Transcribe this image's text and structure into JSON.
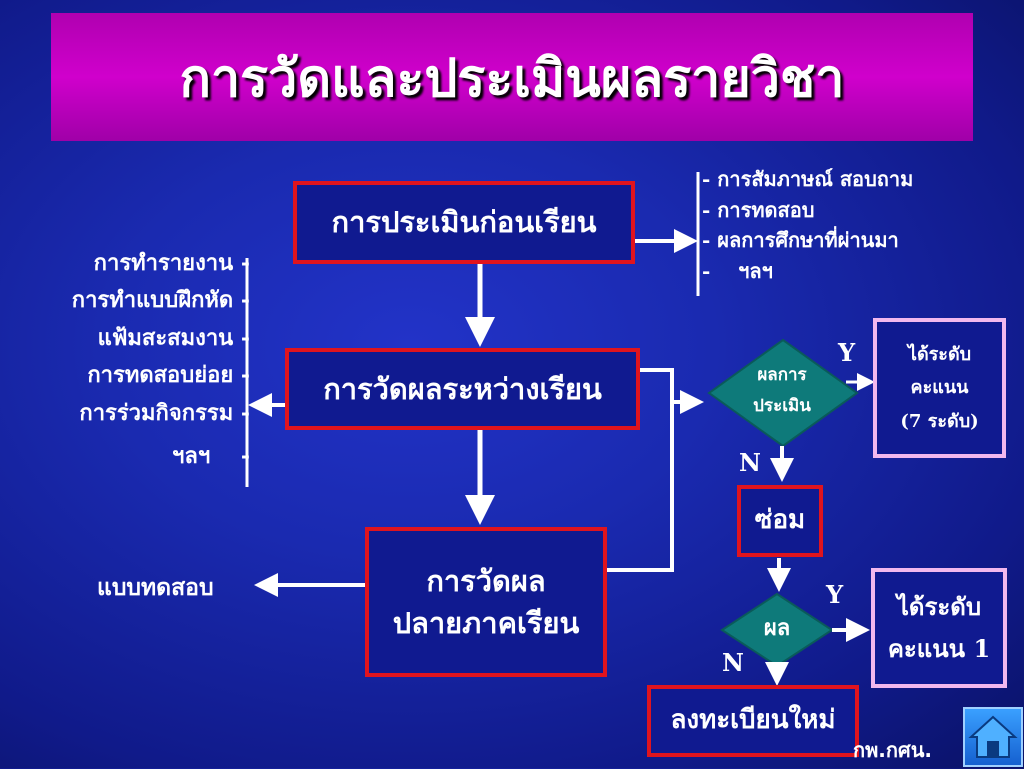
{
  "title": "การวัดและประเมินผลรายวิชา",
  "boxes": {
    "pre": "การประเมินก่อนเรียน",
    "mid": "การวัดผลระหว่างเรียน",
    "final_line1": "การวัดผล",
    "final_line2": "ปลายภาคเรียน",
    "repair": "ซ่อม",
    "reregister": "ลงทะเบียนใหม่"
  },
  "pre_methods": [
    "- การสัมภาษณ์ สอบถาม",
    "- การทดสอบ",
    "- ผลการศึกษาที่ผ่านมา",
    "-    ฯลฯ"
  ],
  "mid_methods": [
    "การทำรายงาน -",
    "การทำแบบฝึกหัด -",
    "แฟ้มสะสมงาน -",
    "การทดสอบย่อย -",
    "การร่วมกิจกรรม -",
    "ฯลฯ    -"
  ],
  "final_method": "แบบทดสอบ",
  "decision1": {
    "line1": "ผลการ",
    "line2": "ประเมิน",
    "yes": "Y",
    "no": "N"
  },
  "decision2": {
    "label": "ผล",
    "yes": "Y",
    "no": "N"
  },
  "grade_box1": {
    "line1": "ได้ระดับ",
    "line2": "คะแนน",
    "line3": "(7 ระดับ)"
  },
  "grade_box2": {
    "line1": "ได้ระดับ",
    "line2": "คะแนน 1"
  },
  "footer": "กพ.กศน.",
  "colors": {
    "title_bg": "#d000cc",
    "box_border": "#e0141e",
    "grade_border": "#f2b8ee",
    "diamond": "#0e7a7a"
  }
}
